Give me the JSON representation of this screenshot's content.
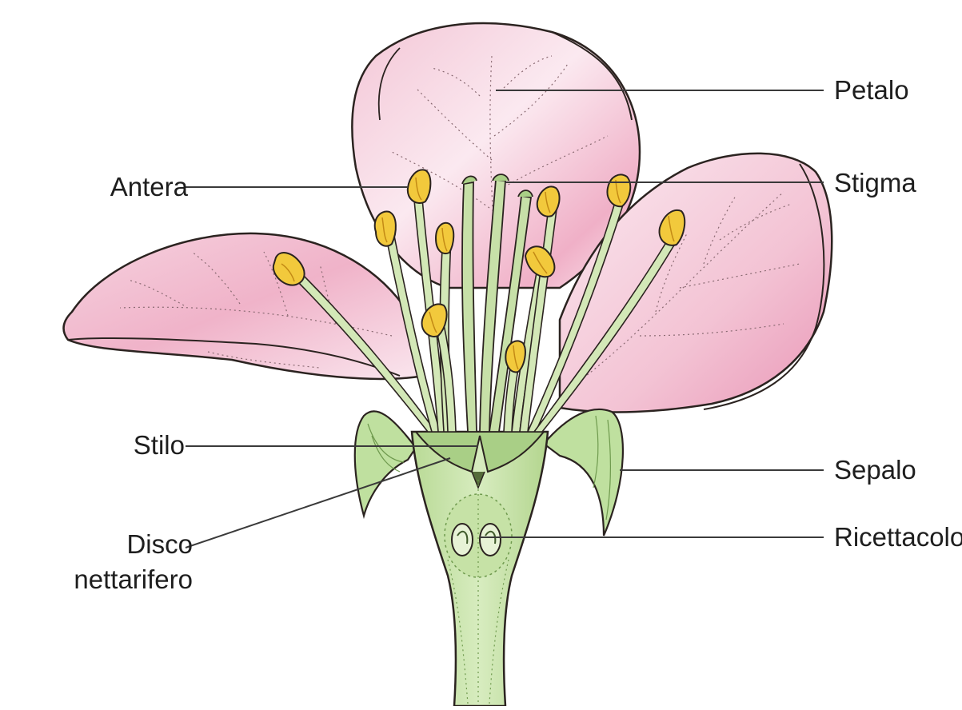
{
  "labels": {
    "petalo": "Petalo",
    "stigma": "Stigma",
    "antera": "Antera",
    "stilo": "Stilo",
    "sepalo": "Sepalo",
    "ricettacolo": "Ricettacolo",
    "disco_line1": "Disco",
    "disco_line2": "nettarifero"
  },
  "colors": {
    "petal_light": "#fbe6ee",
    "petal_pink": "#f0b8cc",
    "petal_deep": "#e58fb1",
    "green_light": "#cfe6b0",
    "green_mid": "#a9cf86",
    "green_dark": "#6f9a4e",
    "anther_yellow": "#f2c93c",
    "anther_shade": "#d59a18",
    "outline": "#2b2320",
    "leader": "#3a3a3a"
  }
}
